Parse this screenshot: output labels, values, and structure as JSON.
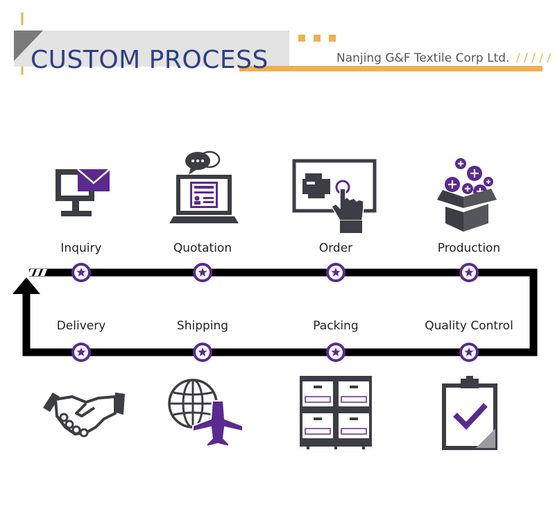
{
  "header": {
    "title": "CUSTOM PROCESS",
    "company": "Nanjing G&F Textile Corp Ltd.",
    "slashes": "/ / / / /"
  },
  "colors": {
    "accent": "#F0B04E",
    "purple": "#5B2A8E",
    "title_blue": "#2F3F86",
    "dark_gray": "#3D3D45",
    "panel_gray": "#E3E3E3",
    "loop": "#000000"
  },
  "steps_top": [
    {
      "label": "Inquiry",
      "icon": "computer-mail-icon"
    },
    {
      "label": "Quotation",
      "icon": "laptop-chat-icon"
    },
    {
      "label": "Order",
      "icon": "touch-order-icon"
    },
    {
      "label": "Production",
      "icon": "box-production-icon"
    }
  ],
  "steps_bottom": [
    {
      "label": "Delivery",
      "icon": "handshake-icon"
    },
    {
      "label": "Shipping",
      "icon": "globe-plane-icon"
    },
    {
      "label": "Packing",
      "icon": "stacked-boxes-icon"
    },
    {
      "label": "Quality Control",
      "icon": "clipboard-check-icon"
    }
  ]
}
